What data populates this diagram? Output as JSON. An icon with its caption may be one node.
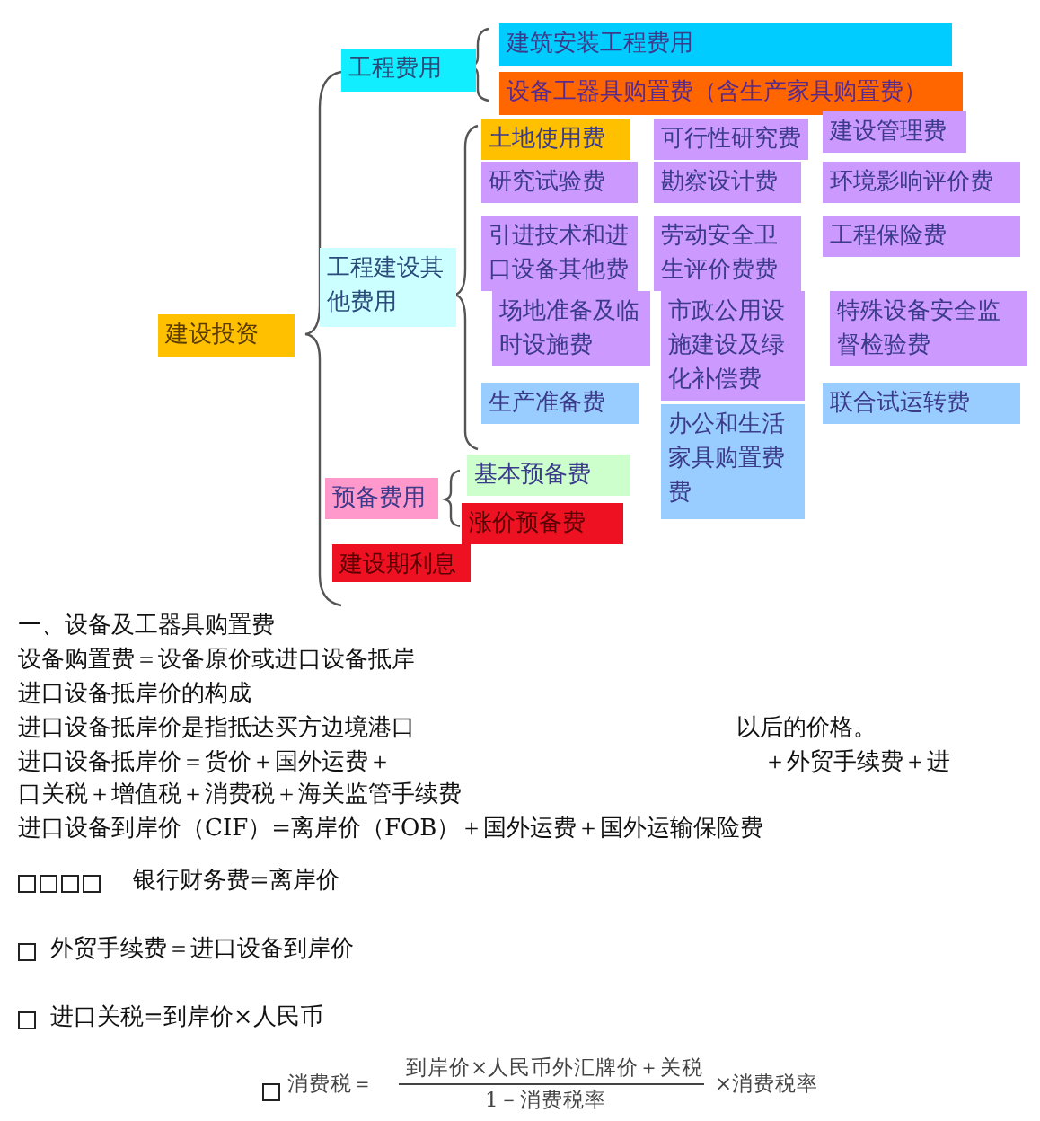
{
  "diagram": {
    "nodes": [
      {
        "text": [
          "建设投资"
        ]
      },
      {
        "text": [
          "工程费用"
        ]
      },
      {
        "text": [
          "建筑安装工程费用"
        ]
      },
      {
        "text": [
          "设备工器具购置费（含生产家具购置费）"
        ]
      },
      {
        "text": [
          "工程建设其他费用"
        ]
      },
      {
        "text": [
          "土地使用费"
        ]
      },
      {
        "text": [
          "可行性研究费"
        ]
      },
      {
        "text": [
          "建设管理费"
        ]
      },
      {
        "text": [
          "研究试验费"
        ]
      },
      {
        "text": [
          "勘察设计费"
        ]
      },
      {
        "text": [
          "环境影响评价费"
        ]
      },
      {
        "text": [
          "引进技术和进口设备其他费"
        ]
      },
      {
        "text": [
          "劳动安全卫生评价费费"
        ]
      },
      {
        "text": [
          "工程保险费"
        ]
      },
      {
        "text": [
          "场地准备及临时设施费"
        ]
      },
      {
        "text": [
          "市政公用设施建设及绿化补偿费"
        ]
      },
      {
        "text": [
          "特殊设备安全监督检验费"
        ]
      },
      {
        "text": [
          "生产准备费"
        ]
      },
      {
        "text": [
          "办公和生活家具购置费费"
        ]
      },
      {
        "text": [
          "联合试运转费"
        ]
      },
      {
        "text": [
          "预备费用"
        ]
      },
      {
        "text": [
          "基本预备费"
        ]
      },
      {
        "text": [
          "涨价预备费"
        ]
      },
      {
        "text": [
          "建设期利息"
        ]
      }
    ],
    "labels": [
      "一、设备及工器具购置费",
      "设备购置费＝设备原价或进口设备抵岸",
      "进口设备抵岸价的构成",
      "进口设备抵岸价是指抵达买方边境港口",
      "以后的价格。",
      "进口设备抵岸价＝货价＋国外运费＋",
      "＋外贸手续费＋进",
      "口关税＋增值税＋消费税＋海关监管手续费",
      "进口设备到岸价（CIF）=离岸价（FOB）＋国外运费＋国外运输保险费",
      "银行财务费=离岸价",
      "外贸手续费＝进口设备到岸价",
      "进口关税=到岸价×人民币",
      "消费税＝",
      "到岸价×人民币外汇牌价＋关税",
      "1－消费税率",
      "×消费税率"
    ]
  }
}
